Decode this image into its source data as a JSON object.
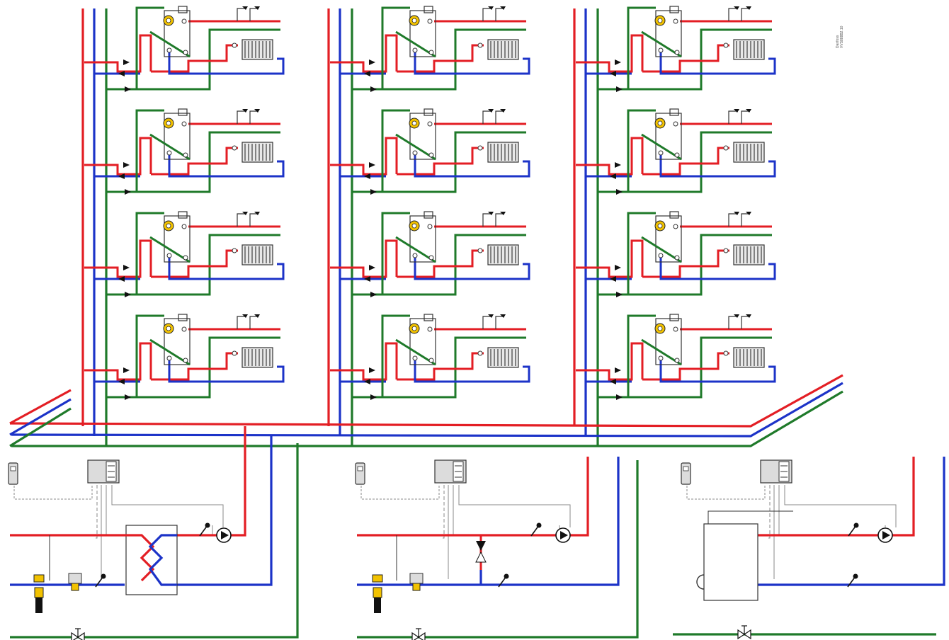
{
  "colors": {
    "supply": "#e31e24",
    "return": "#1c33c8",
    "circulation": "#1f7a2a",
    "frame": "#333333",
    "signal": "#888888",
    "device_fill": "#dcdcdc",
    "valve_yellow": "#f2c200"
  },
  "diagram": {
    "risers": 3,
    "floors_per_riser": 4,
    "substations": 3
  },
  "sidenote": {
    "line1": "Danfoss",
    "line2": "VVS888B2.10"
  },
  "icons": {
    "flat_station": "heat-interface-unit-icon",
    "radiator": "radiator-icon",
    "tap": "tap-icon",
    "pump": "pump-icon",
    "heat_exchanger": "heat-exchanger-icon",
    "controller": "controller-icon",
    "sensor": "temperature-sensor-icon",
    "valve": "valve-icon",
    "boiler": "boiler-icon"
  }
}
